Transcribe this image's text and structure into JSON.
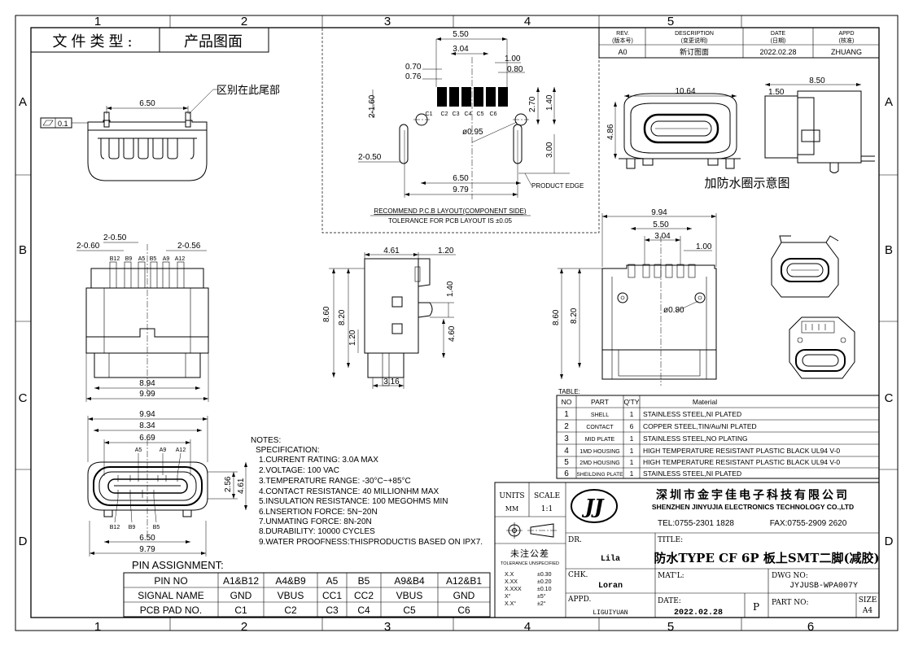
{
  "header": {
    "file_type_label": "文件类型:",
    "file_type_value": "产品图面"
  },
  "grid": {
    "cols": [
      "1",
      "2",
      "3",
      "4",
      "5",
      "6"
    ],
    "rows": [
      "A",
      "B",
      "C",
      "D"
    ]
  },
  "revision": {
    "headers": [
      "REV.",
      "(版本号)",
      "DESCRIPTION",
      "(变更说明)",
      "DATE",
      "(日期)",
      "APPD",
      "(核准)"
    ],
    "row": {
      "rev": "A0",
      "desc": "新订图面",
      "date": "2022.02.28",
      "appd": "ZHUANG"
    }
  },
  "front_view": {
    "dim_width": "6.50",
    "note": "区别在此尾部",
    "flatness": "0.1"
  },
  "pcb_layout": {
    "dims": [
      "5.50",
      "3.04",
      "0.70",
      "0.76",
      "1.00",
      "0.80",
      "2-1.60",
      "2.70",
      "1.40",
      "2-0.50",
      "ø0.95",
      "3.00",
      "6.50",
      "9.79"
    ],
    "pads": [
      "C1",
      "C2",
      "C3",
      "C4",
      "C5",
      "C6"
    ],
    "product_edge": "PRODUCT EDGE",
    "title_line1": "RECOMMEND P.C.B LAYOUT(COMPONENT SIDE)",
    "title_line2": "TOLERANCE FOR PCB LAYOUT IS ±0.05"
  },
  "waterproof_view": {
    "dims": [
      "10.64",
      "4.86",
      "8.50",
      "1.50"
    ],
    "caption": "加防水圈示意图"
  },
  "back_view": {
    "dims": [
      "2-0.50",
      "2-0.60",
      "2-0.56",
      "8.94",
      "9.99"
    ],
    "pins": [
      "B12",
      "B9",
      "A5",
      "B5",
      "A9",
      "A12"
    ]
  },
  "side_view": {
    "dims": [
      "4.61",
      "1.20",
      "1.40",
      "8.60",
      "8.20",
      "1.20",
      "4.60",
      "3.16"
    ]
  },
  "bottom_view": {
    "dims": [
      "9.94",
      "5.50",
      "3.04",
      "1.00",
      "8.60",
      "8.20",
      "ø0.80"
    ]
  },
  "top_view": {
    "dims": [
      "9.94",
      "8.34",
      "6.69",
      "2.56",
      "4.61",
      "6.50",
      "9.79"
    ],
    "top_pins": [
      "A5",
      "A9",
      "A12"
    ],
    "bottom_pins": [
      "B12",
      "B9",
      "B5"
    ]
  },
  "notes": {
    "title": "NOTES:",
    "spec": "SPECIFICATION:",
    "items": [
      "1.CURRENT RATING: 3.0A MAX",
      "2.VOLTAGE: 100 VAC",
      "3.TEMPERATURE RANGE: -30°C~+85°C",
      "4.CONTACT RESISTANCE: 40 MILLIONHM MAX",
      "5.INSULATION RESISTANCE: 100 MEGOHMS MIN",
      "6.LNSERTION FORCE: 5N~20N",
      "7.UNMATING FORCE: 8N-20N",
      "8.DURABILITY: 10000 CYCLES",
      "9.WATER PROOFNESS:THISPRODUCTIS BASED ON IPX7."
    ]
  },
  "pin_assignment": {
    "title": "PIN ASSIGNMENT:",
    "rows": [
      [
        "PIN NO",
        "A1&B12",
        "A4&B9",
        "A5",
        "B5",
        "A9&B4",
        "A12&B1"
      ],
      [
        "SIGNAL NAME",
        "GND",
        "VBUS",
        "CC1",
        "CC2",
        "VBUS",
        "GND"
      ],
      [
        "PCB PAD NO.",
        "C1",
        "C2",
        "C3",
        "C4",
        "C5",
        "C6"
      ]
    ]
  },
  "bom": {
    "title": "TABLE:",
    "headers": [
      "NO",
      "PART",
      "Q'TY",
      "Material"
    ],
    "rows": [
      [
        "1",
        "SHELL",
        "1",
        "STAINLESS STEEL,NI PLATED"
      ],
      [
        "2",
        "CONTACT",
        "6",
        "COPPER STEEL,TIN/Au/NI PLATED"
      ],
      [
        "3",
        "MID PLATE",
        "1",
        "STAINLESS STEEL,NO PLATING"
      ],
      [
        "4",
        "1MD HOUSING",
        "1",
        "HIGH TEMPERATURE RESISTANT PLASTIC BLACK UL94 V-0"
      ],
      [
        "5",
        "2MD HOUSING",
        "1",
        "HIGH TEMPERATURE RESISTANT PLASTIC BLACK UL94 V-0"
      ],
      [
        "6",
        "SHEILDING PLATE",
        "1",
        "STAINLESS STEEL,NI PLATED"
      ]
    ]
  },
  "title_block": {
    "units_label": "UNITS",
    "units_value": "MM",
    "scale_label": "SCALE",
    "scale_value": "1:1",
    "logo": "JJ",
    "company_cn": "深圳市金宇佳电子科技有限公司",
    "company_en": "SHENZHEN JINYUJIA ELECTRONICS TECHNOLOGY CO.,LTD",
    "tel": "TEL:0755-2301 1828",
    "fax": "FAX:0755-2909 2620",
    "tol_cn": "未注公差",
    "tol_en": "TOLERANCE UNSPECIFIED",
    "tolerances": [
      [
        "X.X",
        "±0.30"
      ],
      [
        "X.XX",
        "±0.20"
      ],
      [
        "X.XXX",
        "±0.10"
      ],
      [
        "X°",
        "±5°"
      ],
      [
        "X.X°",
        "±2°"
      ]
    ],
    "dr_label": "DR.",
    "dr_value": "Lila",
    "chk_label": "CHK.",
    "chk_value": "Loran",
    "appd_label": "APPD.",
    "appd_value": "LIGUIYUAN",
    "title_label": "TITLE:",
    "title_value": "防水TYPE CF 6P 板上SMT二脚(减胶)",
    "matl_label": "MAT'L:",
    "dwg_label": "DWG NO:",
    "dwg_value": "JYJUSB-WPA007Y",
    "date_label": "DATE:",
    "date_value": "2022.02.28",
    "p_label": "P",
    "part_label": "PART NO:",
    "size_label": "SIZE",
    "size_value": "A4"
  }
}
